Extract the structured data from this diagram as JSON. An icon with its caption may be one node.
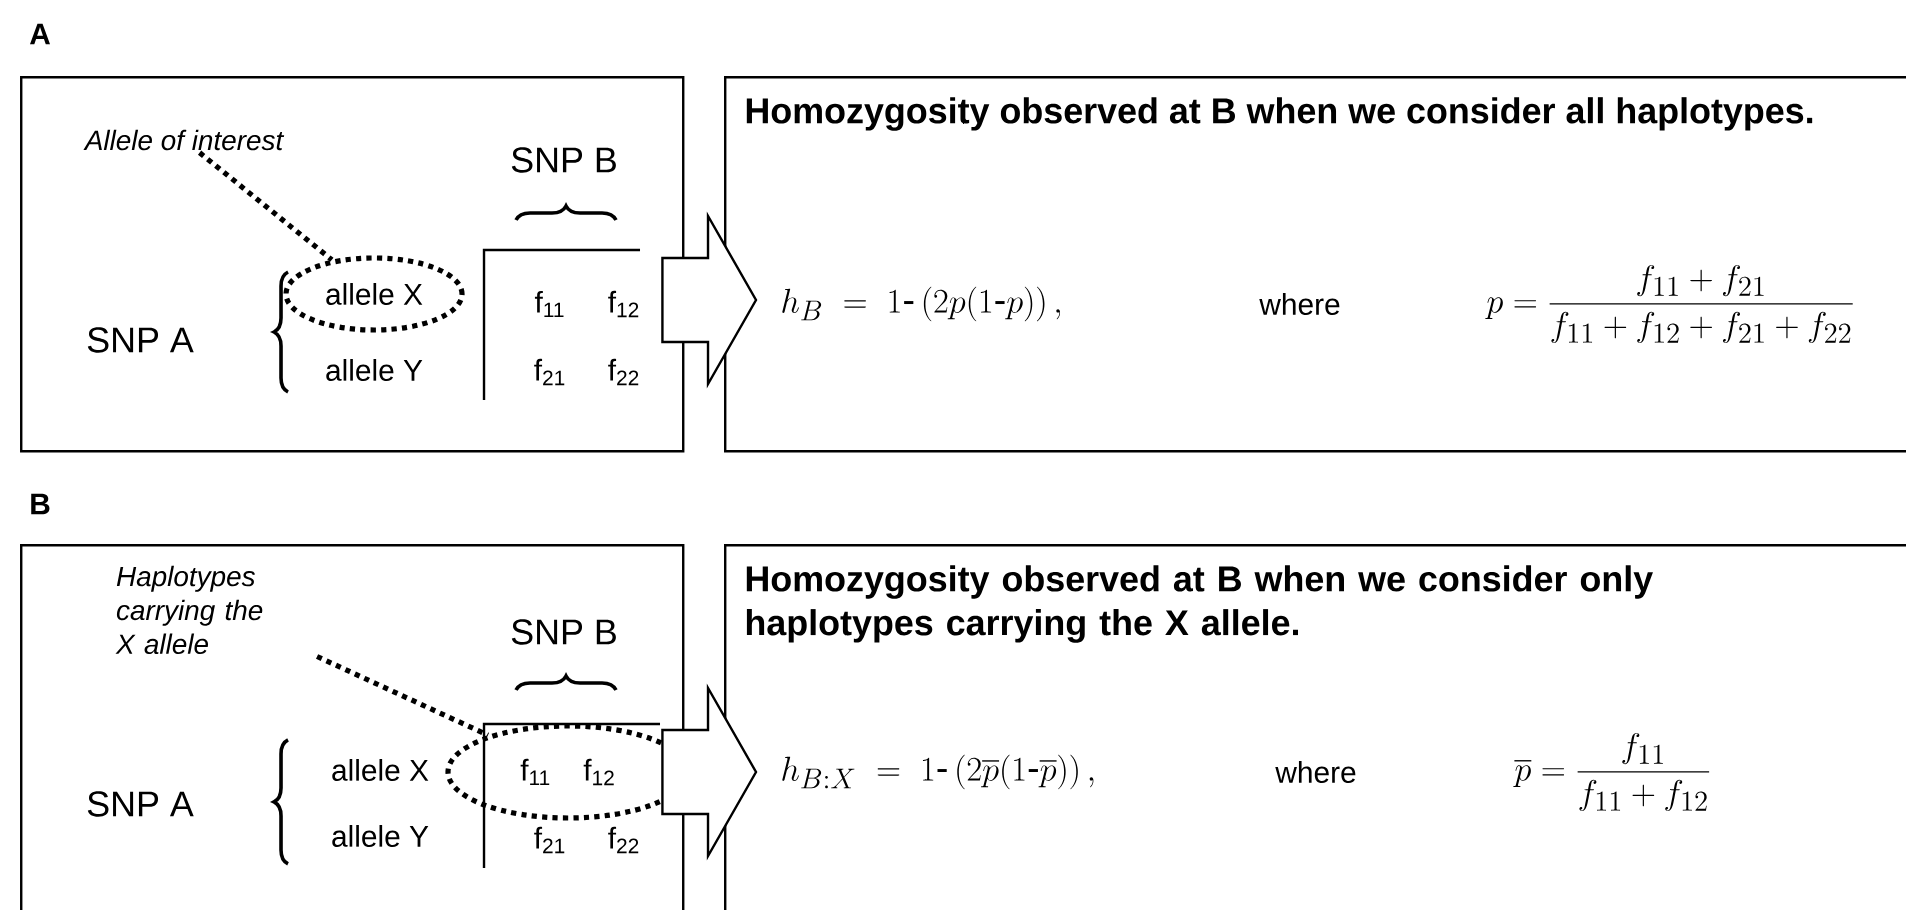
{
  "diagram": {
    "nodes": [
      {
        "text": [],
        "shape": "box"
      },
      {
        "text": [
          "Allele of interest"
        ],
        "in": 0
      },
      {
        "text": [
          "allele X"
        ],
        "in": 0
      },
      {
        "text": [
          "Homozygosity observed at B when we consider all haplotypes.",
          "h_{B}\\;=\\;1\\mbox{-}\\left(2p(1\\mbox{-}p)\\right),",
          "where",
          "p=\\frac{f_{11}+f_{21}}{f_{11}+f_{12}+f_{21}+f_{22}}"
        ]
      },
      {
        "text": [],
        "shape": "box"
      },
      {
        "text": [
          "Haplotypes carrying the X allele"
        ],
        "in": 4
      },
      {
        "text": [
          "f$_{11}$",
          "f$_{12}$"
        ],
        "in": 4
      },
      {
        "text": [
          "Homozygosity observed at B when we consider only haplotypes carrying the X allele.",
          "h_{B:X}\\;=\\;1\\mbox{-}\\left(2\\overline{p}(1\\mbox{-}\\overline{p})\\right),",
          "where",
          "\\overline{p}=\\frac{f_{11}}{f_{11}+f_{12}}"
        ]
      }
    ],
    "edges": [
      {
        "from": 0,
        "to": 3,
        "arrow": "to"
      },
      {
        "from": 1,
        "to": 2,
        "arrow": "none",
        "style": "dashed"
      },
      {
        "from": 4,
        "to": 7,
        "arrow": "to"
      },
      {
        "from": 5,
        "to": 6,
        "arrow": "none",
        "style": "dashed"
      }
    ],
    "labels": [
      "A",
      "SNP B",
      "SNP A",
      "allele Y",
      "f$_{11}$",
      "f$_{12}$",
      "f$_{21}$",
      "f$_{22}$",
      "B",
      "SNP B",
      "SNP A",
      "allele X",
      "allele Y",
      "f$_{21}$",
      "f$_{22}$"
    ]
  }
}
